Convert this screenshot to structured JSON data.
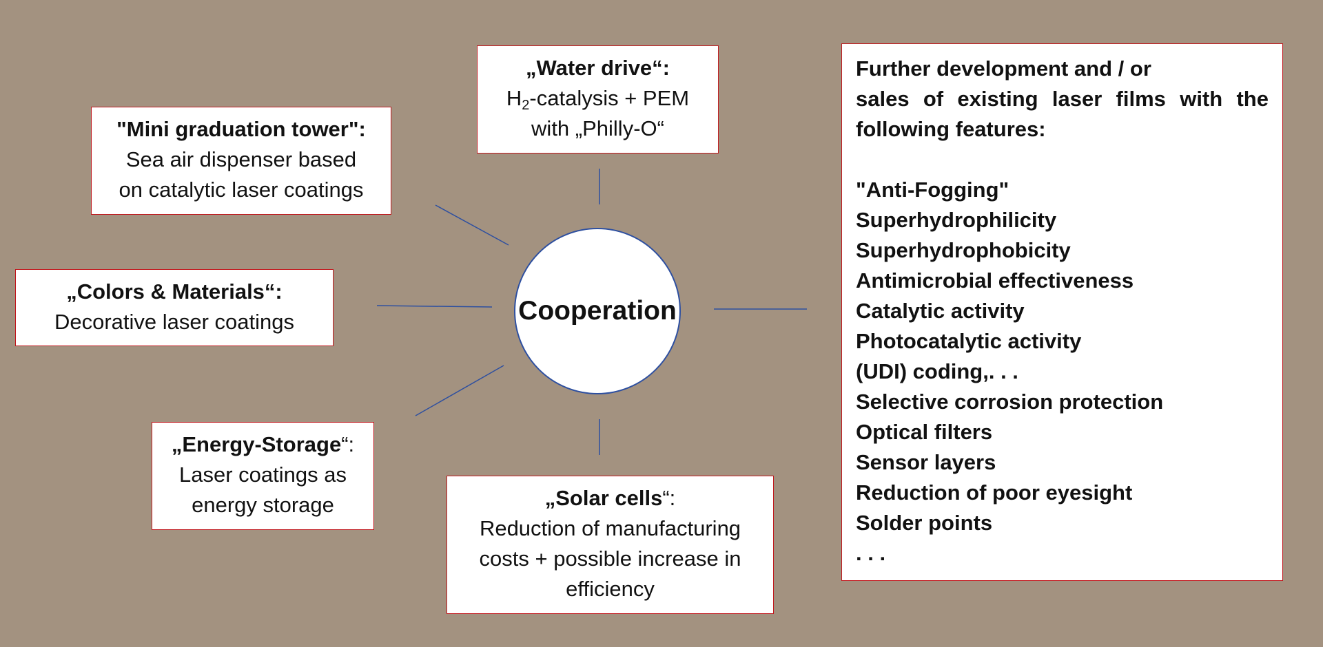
{
  "center": {
    "label": "Cooperation"
  },
  "boxes": {
    "water_drive": {
      "title": "„Water drive“:",
      "line1_pre": "H",
      "line1_sub": "2",
      "line1_post": "-catalysis + PEM",
      "line2": "with „Philly-O“"
    },
    "mini_tower": {
      "title": "\"Mini graduation tower\":",
      "line1": "Sea air dispenser based",
      "line2": "on catalytic laser coatings"
    },
    "colors": {
      "title": "„Colors & Materials“:",
      "line1": "Decorative laser coatings"
    },
    "energy": {
      "title": "„Energy-Storage",
      "title_suffix": "“:",
      "line1": "Laser coatings as",
      "line2": "energy storage"
    },
    "solar": {
      "title": "„Solar cells",
      "title_suffix": "“:",
      "line1": "Reduction of manufacturing",
      "line2": "costs + possible increase in",
      "line3": "efficiency"
    }
  },
  "features": {
    "intro1": "Further development and / or",
    "intro2": "sales of existing laser films with the",
    "intro3": "following features:",
    "items": [
      "\"Anti-Fogging\"",
      "Superhydrophilicity",
      "Superhydrophobicity",
      "Antimicrobial effectiveness",
      "Catalytic activity",
      "Photocatalytic activity",
      "(UDI) coding,. . .",
      "Selective corrosion protection",
      "Optical filters",
      "Sensor layers",
      "Reduction of poor eyesight",
      "Solder points",
      ". . ."
    ]
  },
  "colors": {
    "background": "#a39280",
    "box_border": "#c0151b",
    "connector": "#2d4fa0"
  }
}
